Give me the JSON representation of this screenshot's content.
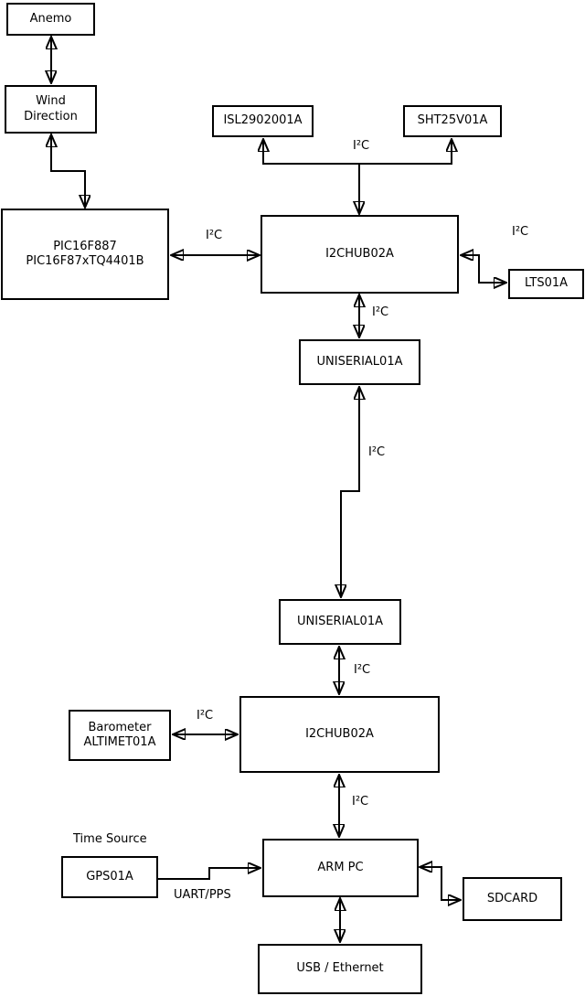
{
  "diagram": {
    "background_color": "#ffffff",
    "line_color": "#000000",
    "nodes": {
      "anemo": {
        "lines": [
          "Anemo"
        ]
      },
      "wind_direction": {
        "lines": [
          "Wind",
          "Direction"
        ]
      },
      "pic": {
        "lines": [
          "PIC16F887",
          "PIC16F87xTQ4401B"
        ]
      },
      "isl": {
        "lines": [
          "ISL2902001A"
        ]
      },
      "sht": {
        "lines": [
          "SHT25V01A"
        ]
      },
      "hub_top": {
        "lines": [
          "I2CHUB02A"
        ]
      },
      "lts": {
        "lines": [
          "LTS01A"
        ]
      },
      "uniserial_top": {
        "lines": [
          "UNISERIAL01A"
        ]
      },
      "uniserial_bottom": {
        "lines": [
          "UNISERIAL01A"
        ]
      },
      "hub_bottom": {
        "lines": [
          "I2CHUB02A"
        ]
      },
      "barometer": {
        "lines": [
          "Barometer",
          "ALTIMET01A"
        ]
      },
      "gps": {
        "lines": [
          "GPS01A"
        ]
      },
      "arm_pc": {
        "lines": [
          "ARM PC"
        ]
      },
      "sdcard": {
        "lines": [
          "SDCARD"
        ]
      },
      "usb_ethernet": {
        "lines": [
          "USB / Ethernet"
        ]
      }
    },
    "edge_labels": {
      "i2c_top_bus": "I²C",
      "i2c_pic_hub": "I²C",
      "i2c_hub_lts": "I²C",
      "i2c_hub_uniserial": "I²C",
      "i2c_long_link": "I²C",
      "i2c_uniserial_hub": "I²C",
      "i2c_barometer_hub": "I²C",
      "i2c_hub_armpc": "I²C",
      "time_source": "Time Source",
      "uart_pps": "UART/PPS"
    },
    "connections": [
      {
        "from": "Anemo",
        "to": "Wind Direction",
        "arrows": "both",
        "label": ""
      },
      {
        "from": "Wind Direction",
        "to": "PIC16F887 PIC16F87xTQ4401B",
        "arrows": "both",
        "label": ""
      },
      {
        "from": "PIC16F887 PIC16F87xTQ4401B",
        "to": "I2CHUB02A (upper)",
        "arrows": "both",
        "label": "I²C"
      },
      {
        "from": "I2CHUB02A (upper)",
        "to": "ISL2902001A",
        "arrows": "to",
        "label": "I²C"
      },
      {
        "from": "I2CHUB02A (upper)",
        "to": "SHT25V01A",
        "arrows": "to",
        "label": "I²C"
      },
      {
        "from": "I2CHUB02A (upper)",
        "to": "LTS01A",
        "arrows": "both",
        "label": "I²C"
      },
      {
        "from": "I2CHUB02A (upper)",
        "to": "UNISERIAL01A (upper)",
        "arrows": "both",
        "label": "I²C"
      },
      {
        "from": "UNISERIAL01A (upper)",
        "to": "UNISERIAL01A (lower)",
        "arrows": "both",
        "label": "I²C"
      },
      {
        "from": "UNISERIAL01A (lower)",
        "to": "I2CHUB02A (lower)",
        "arrows": "both",
        "label": "I²C"
      },
      {
        "from": "Barometer ALTIMET01A",
        "to": "I2CHUB02A (lower)",
        "arrows": "both",
        "label": "I²C"
      },
      {
        "from": "I2CHUB02A (lower)",
        "to": "ARM PC",
        "arrows": "both",
        "label": "I²C"
      },
      {
        "from": "GPS01A",
        "to": "ARM PC",
        "arrows": "to",
        "label": "UART/PPS"
      },
      {
        "from": "ARM PC",
        "to": "SDCARD",
        "arrows": "both",
        "label": ""
      },
      {
        "from": "ARM PC",
        "to": "USB / Ethernet",
        "arrows": "both",
        "label": ""
      }
    ]
  }
}
